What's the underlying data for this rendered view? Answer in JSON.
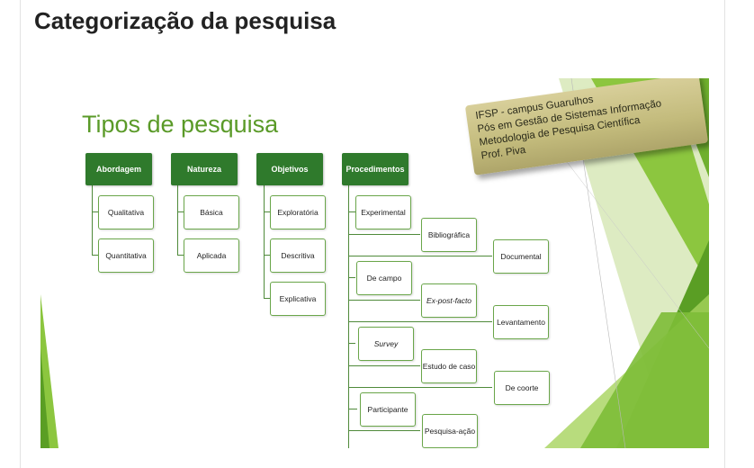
{
  "page": {
    "title": "Categorização da pesquisa"
  },
  "slide": {
    "title": "Tipos de pesquisa",
    "plaque": [
      "IFSP - campus Guarulhos",
      "Pós em Gestão de Sistemas Informação",
      "Metodologia de Pesquisa Científica",
      "Prof. Piva"
    ],
    "columns": {
      "abordagem": {
        "header": "Abordagem",
        "items": [
          "Qualitativa",
          "Quantitativa"
        ]
      },
      "natureza": {
        "header": "Natureza",
        "items": [
          "Básica",
          "Aplicada"
        ]
      },
      "objetivos": {
        "header": "Objetivos",
        "items": [
          "Exploratória",
          "Descritiva",
          "Explicativa"
        ]
      },
      "procedimentos": {
        "header": "Procedimentos",
        "items": [
          "Experimental",
          "Bibliográfica",
          "Documental",
          "De campo",
          "Ex-post-facto",
          "Levantamento",
          "Survey",
          "Estudo de caso",
          "De coorte",
          "Participante",
          "Pesquisa-ação"
        ]
      }
    }
  },
  "colors": {
    "header_green": "#2f7a2c",
    "title_green": "#5a9a28",
    "border_green": "#6aa64a"
  }
}
